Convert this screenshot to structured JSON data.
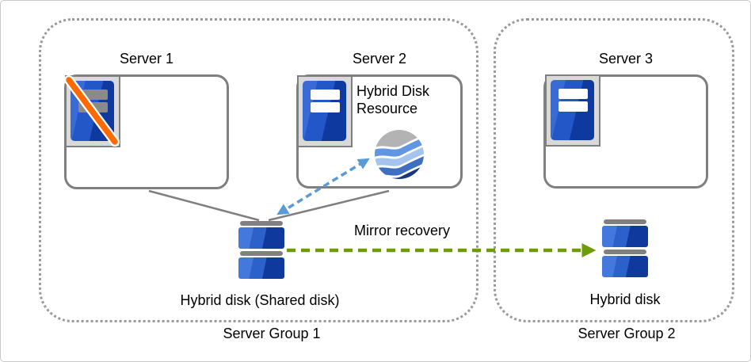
{
  "diagram": {
    "groups": [
      {
        "label": "Server Group 1",
        "servers": [
          {
            "label": "Server 1",
            "status": "failed"
          },
          {
            "label": "Server 2",
            "status": "active"
          }
        ],
        "resource": {
          "label": "Hybrid Disk Resource",
          "icon": "wave-sphere"
        },
        "disk": {
          "label": "Hybrid disk (Shared disk)",
          "icon": "disk-stack"
        }
      },
      {
        "label": "Server Group 2",
        "servers": [
          {
            "label": "Server 3",
            "status": "active"
          }
        ],
        "disk": {
          "label": "Hybrid disk",
          "icon": "disk-stack"
        }
      }
    ],
    "arrows": [
      {
        "name": "resource-to-shared-disk",
        "style": "dashed",
        "direction": "double",
        "color": "#5b9bd5"
      },
      {
        "name": "mirror-recovery",
        "label": "Mirror recovery",
        "style": "dashed",
        "direction": "right",
        "color": "#6e9b0a"
      }
    ]
  },
  "icons": {
    "server": "server-tower",
    "failed_mark": "orange-diagonal-slash",
    "hybrid_disk_resource": "wave-sphere",
    "disk": "disk-stack"
  },
  "colors": {
    "border_gray": "#7f7f7f",
    "dotted_gray": "#999999",
    "frame_fill": "#d9d9d9",
    "server_blue_light": "#3a6ad4",
    "server_blue": "#2356c6",
    "server_blue_dark": "#0e3aa0",
    "failed_bar_gray": "#8a8a8a",
    "slash_orange": "#ff6a00",
    "disk_blue_light": "#4478dd",
    "disk_blue": "#2c60ca",
    "disk_blue_dark": "#10399e",
    "disk_cap_gray": "#808080",
    "arrow_blue": "#5b9bd5",
    "arrow_green": "#6e9b0a",
    "sphere_gray": "#b3b3b3",
    "sphere_blue_1": "#6295e2",
    "sphere_blue_2": "#a4c4ee",
    "sphere_blue_3": "#3e6fc1",
    "sphere_blue_4": "#16387e"
  }
}
